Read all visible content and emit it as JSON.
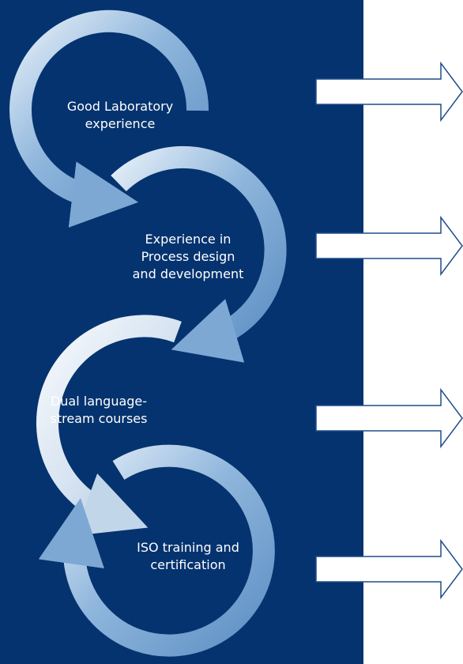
{
  "colors": {
    "panel": "#05336f",
    "ring_dark": "#6f9fd0",
    "ring_light": "#c8ddf0",
    "ring_pale": "#dfe9f4",
    "arrow_fill": "#ffffff",
    "arrow_stroke": "#1f4e8a"
  },
  "steps": [
    {
      "label": "Good Laboratory\nexperience"
    },
    {
      "label": "Experience in\nProcess design\nand development"
    },
    {
      "label": "Dual language-\nstream courses"
    },
    {
      "label": "ISO training and\ncertification"
    }
  ]
}
